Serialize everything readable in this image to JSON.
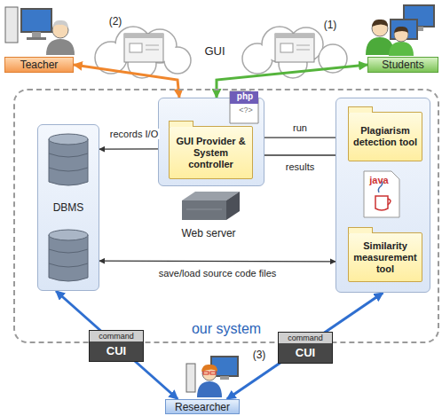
{
  "diagram": {
    "nodes": [
      {
        "text": [
          "our system"
        ]
      },
      {
        "text": [
          "DBMS"
        ],
        "in": 0
      },
      {
        "text": [
          "php"
        ],
        "in": 0
      },
      {
        "text": [
          "GUI Provider & System controller"
        ],
        "in": 2
      },
      {
        "text": [
          "java"
        ],
        "in": 0
      },
      {
        "text": [
          "Plagiarism detection tool"
        ],
        "in": 4
      },
      {
        "text": [
          "Similarity measurement tool"
        ],
        "in": 4
      },
      {
        "text": [
          "Teacher"
        ]
      },
      {
        "text": [
          "Students"
        ]
      },
      {
        "text": [
          "Researcher"
        ]
      },
      {
        "text": [
          "command",
          "CUI"
        ]
      },
      {
        "text": [
          "command",
          "CUI"
        ]
      }
    ],
    "edges": [
      {
        "from": 7,
        "to": 2,
        "arrow": "both"
      },
      {
        "from": 8,
        "to": 2,
        "arrow": "both"
      },
      {
        "from": 1,
        "to": 3,
        "label": "records I/O",
        "arrow": "both"
      },
      {
        "from": 3,
        "to": 5,
        "label": "run",
        "arrow": "to"
      },
      {
        "from": 5,
        "to": 3,
        "label": "results",
        "arrow": "to"
      },
      {
        "from": 1,
        "to": 4,
        "label": "save/load source code files",
        "arrow": "both"
      },
      {
        "from": 9,
        "to": 1,
        "arrow": "both"
      },
      {
        "from": 9,
        "to": 4,
        "arrow": "both"
      }
    ],
    "labels": [
      "(2)",
      "(1)",
      "GUI",
      "<?>",
      "Web server",
      "(3)"
    ]
  }
}
